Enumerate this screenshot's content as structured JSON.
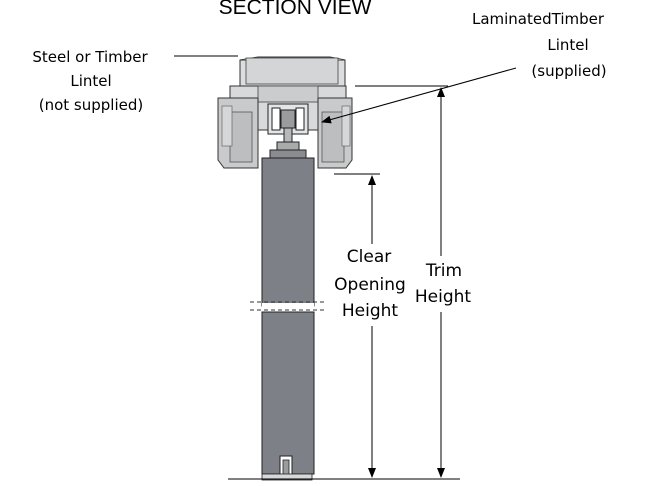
{
  "title": "SECTION VIEW",
  "labels": {
    "steel_lintel": [
      "Steel  or  Timber",
      "Lintel",
      "(not supplied)"
    ],
    "laminated_lintel": [
      "LaminatedTimber",
      "Lintel",
      "(supplied)"
    ],
    "clear_opening": [
      "Clear",
      "Opening",
      "Height"
    ],
    "trim_height": [
      "Trim",
      "Height"
    ]
  },
  "colors": {
    "door_fill": "#7e8087",
    "lintel_fill": "#dcddde",
    "trim_fill": "#c9cacb",
    "line": "#000000"
  }
}
